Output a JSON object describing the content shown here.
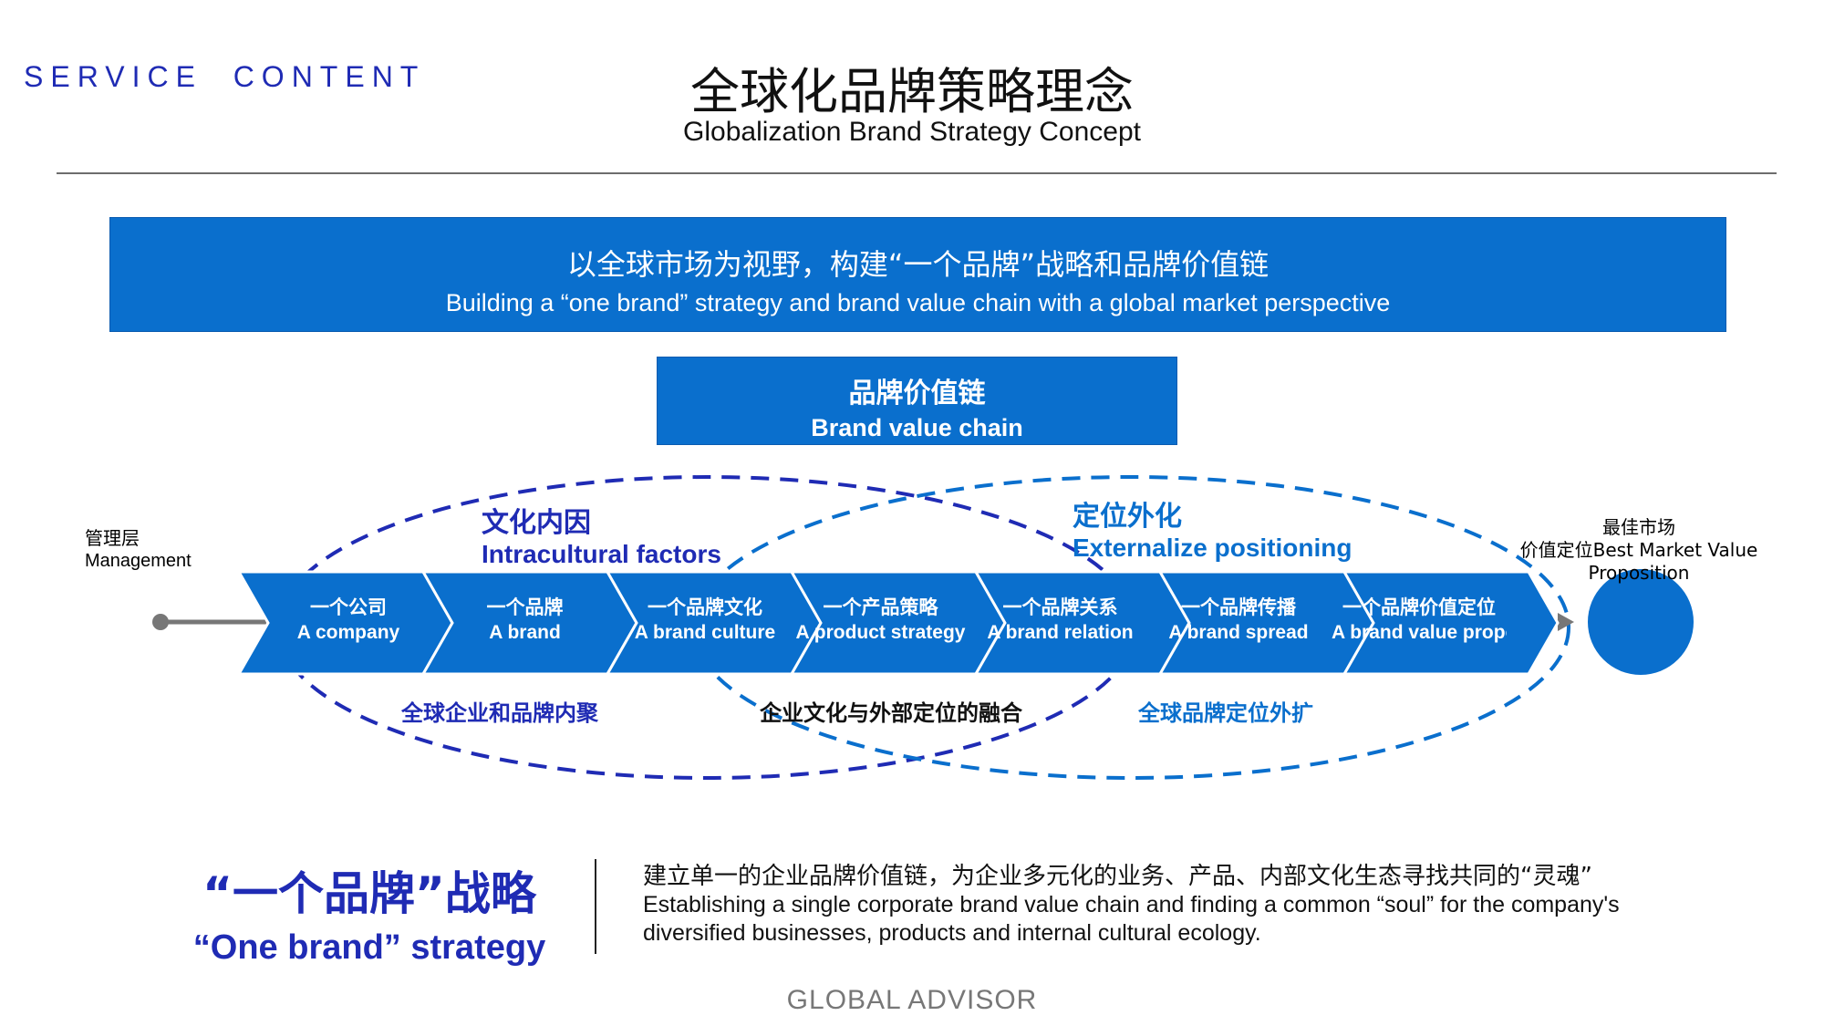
{
  "header": {
    "service_label": "SERVICE  CONTENT",
    "title_cn": "全球化品牌策略理念",
    "title_en": "Globalization Brand Strategy Concept"
  },
  "banner": {
    "cn": "以全球市场为视野，构建“一个品牌”战略和品牌价值链",
    "en": "Building a  “one brand”  strategy and brand value chain with a global market perspective"
  },
  "chain_box": {
    "cn": "品牌价值链",
    "en": "Brand value chain"
  },
  "management": {
    "cn": "管理层",
    "en": "Management"
  },
  "best_market": {
    "cn": "最佳市场",
    "line2": "价值定位Best Market Value Proposition"
  },
  "steps": [
    {
      "cn": "一个公司",
      "en": "A company"
    },
    {
      "cn": "一个品牌",
      "en": "A brand"
    },
    {
      "cn": "一个品牌文化",
      "en": "A brand culture"
    },
    {
      "cn": "一个产品策略",
      "en": "A product strategy"
    },
    {
      "cn": "一个品牌关系",
      "en": "A brand relation"
    },
    {
      "cn": "一个品牌传播",
      "en": "A brand spread"
    },
    {
      "cn": "一个品牌价值定位",
      "en": "A brand value proposition"
    }
  ],
  "groups": {
    "left": {
      "cn": "文化内因",
      "en": "Intracultural factors"
    },
    "right": {
      "cn": "定位外化",
      "en": "Externalize positioning"
    }
  },
  "bottom_labels": {
    "left": "全球企业和品牌内聚",
    "middle": "企业文化与外部定位的融合",
    "right": "全球品牌定位外扩"
  },
  "strategy": {
    "cn": "“一个品牌”战略",
    "en": "“One brand”  strategy"
  },
  "description": {
    "cn": "建立单一的企业品牌价值链，为企业多元化的业务、产品、内部文化生态寻找共同的“灵魂”",
    "en1": "Establishing a single corporate brand value chain and finding a common  “soul”  for the company's",
    "en2": "diversified businesses, products and internal cultural ecology."
  },
  "footer": "GLOBAL ADVISOR",
  "colors": {
    "primary_blue": "#0a6fcd",
    "navy_text": "#1f2bb4",
    "dashed_left": "#1f2bb4",
    "dashed_right": "#0a6fcd",
    "arrow_gray": "#777777"
  }
}
